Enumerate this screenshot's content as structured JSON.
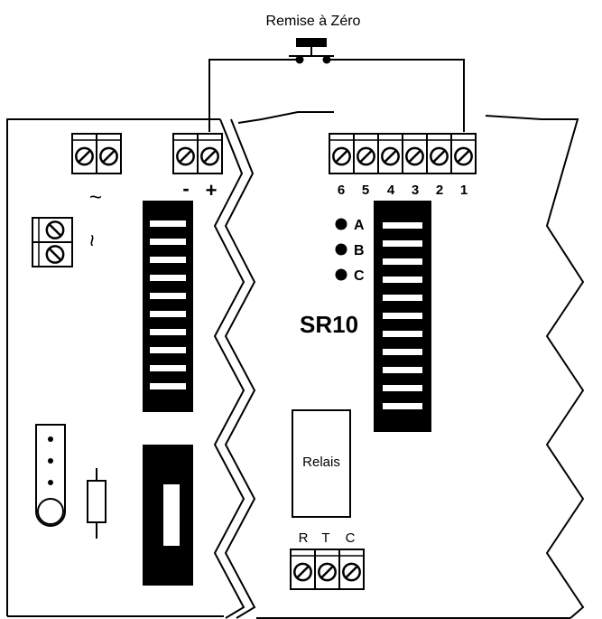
{
  "diagram": {
    "reset_label": "Remise à Zéro",
    "model_label": "SR10",
    "relay_label": "Relais",
    "ac_symbol_top": "~",
    "ac_symbol_left": "~",
    "power_minus": "-",
    "power_plus": "+",
    "terminal_numbers": [
      "6",
      "5",
      "4",
      "3",
      "2",
      "1"
    ],
    "led_labels": [
      "A",
      "B",
      "C"
    ],
    "relay_terminals": [
      "R",
      "T",
      "C"
    ]
  }
}
